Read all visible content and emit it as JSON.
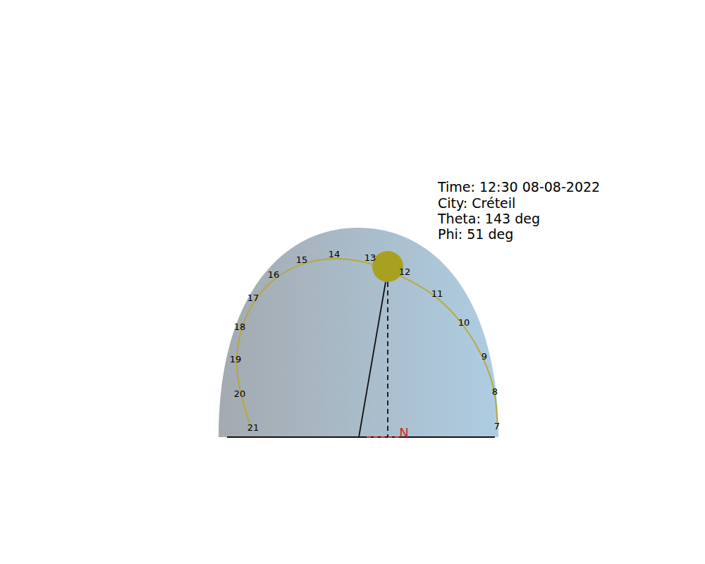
{
  "diagram": {
    "labels": [
      "Time: 12:30 08-08-2022",
      "City: Créteil",
      "Theta: 143 deg",
      "Phi: 51 deg",
      "7",
      "8",
      "9",
      "10",
      "11",
      "12",
      "13",
      "14",
      "15",
      "16",
      "17",
      "18",
      "19",
      "20",
      "21",
      "N"
    ]
  }
}
